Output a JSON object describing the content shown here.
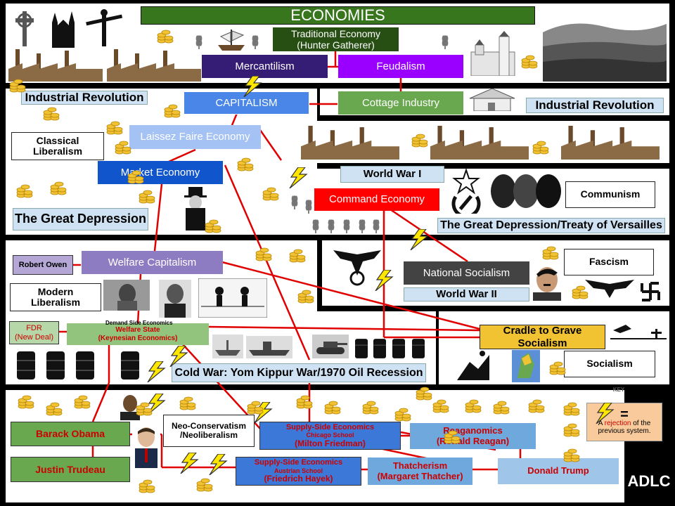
{
  "title": "ECONOMIES",
  "boxes": {
    "traditional": {
      "line1": "Traditional Economy",
      "line2": "(Hunter Gatherer)"
    },
    "mercantilism": "Mercantilism",
    "feudalism": "Feudalism",
    "capitalism": "CAPITALISM",
    "cottage": "Cottage Industry",
    "laissez_faire": "Laissez Faire Economy",
    "market": "Market Economy",
    "command": "Command Economy",
    "welfare_capitalism": "Welfare Capitalism",
    "national_socialism": "National Socialism",
    "cradle": {
      "line1": "Cradle to Grave",
      "line2": "Socialism"
    },
    "welfare_state": {
      "top": "Demand Side Economics",
      "line1": "Welfare State",
      "line2": "(Keynesian Economics)"
    },
    "fdr": {
      "line1": "FDR",
      "line2": "(New Deal)"
    },
    "robert_owen": "Robert Owen",
    "supply_chicago": {
      "line1": "Supply-Side Economics",
      "line2": "Chicago School",
      "line3": "(Milton Friedman)"
    },
    "supply_austrian": {
      "line1": "Supply-Side Economics",
      "line2": "Austrian School",
      "line3": "(Friedrich Hayek)"
    },
    "reaganomics": {
      "line1": "Reaganomics",
      "line2": "(Ronald Reagan)"
    },
    "thatcherism": {
      "line1": "Thatcherism",
      "line2": "(Margaret Thatcher)"
    },
    "trump": "Donald Trump",
    "obama": "Barack Obama",
    "trudeau": "Justin Trudeau"
  },
  "labels": {
    "industrial_left": "Industrial Revolution",
    "industrial_right": "Industrial Revolution",
    "classical": {
      "line1": "Classical",
      "line2": "Liberalism"
    },
    "great_depression": "The Great Depression",
    "ww1": "World War I",
    "communism": "Communism",
    "depression_versailles": "The Great Depression/Treaty of Versailles",
    "modern_lib": {
      "line1": "Modern",
      "line2": "Liberalism"
    },
    "fascism": "Fascism",
    "ww2": "World War II",
    "socialism": "Socialism",
    "cold_war": "Cold War: Yom Kippur War/1970 Oil Recession",
    "neocon": {
      "line1": "Neo-Conservatism",
      "line2": "/Neoliberalism"
    }
  },
  "key": {
    "title": "KEY",
    "symbol": "=",
    "text_before": "A",
    "highlight": "rejection",
    "text_after": "of the previous system."
  },
  "brand": "ADLC",
  "colors": {
    "title_green": "#38761d",
    "mercantilism": "#351c75",
    "feudalism": "#9900ff",
    "capitalism": "#4a86e8",
    "cottage": "#6aa84f",
    "laissez": "#a4c2f4",
    "market": "#1155cc",
    "command": "#ff0000",
    "welfare_cap": "#8e7cc3",
    "nat_soc": "#434343",
    "cradle": "#f1c232",
    "welfare_state": "#93c47d",
    "connector": "#e00000",
    "era_label": "#cfe2f3"
  },
  "icons": [
    "cross-icon",
    "cathedral-icon",
    "statue-icon",
    "factory-icon",
    "coin-stack-icon",
    "wheat-icon",
    "ship-icon",
    "castle-icon",
    "crowd-icon",
    "hammer-sickle-icon",
    "eagle-icon",
    "swastika-icon",
    "oil-barrel-icon",
    "tank-icon",
    "lightning-icon",
    "stork-icon",
    "climber-icon",
    "map-icon"
  ]
}
